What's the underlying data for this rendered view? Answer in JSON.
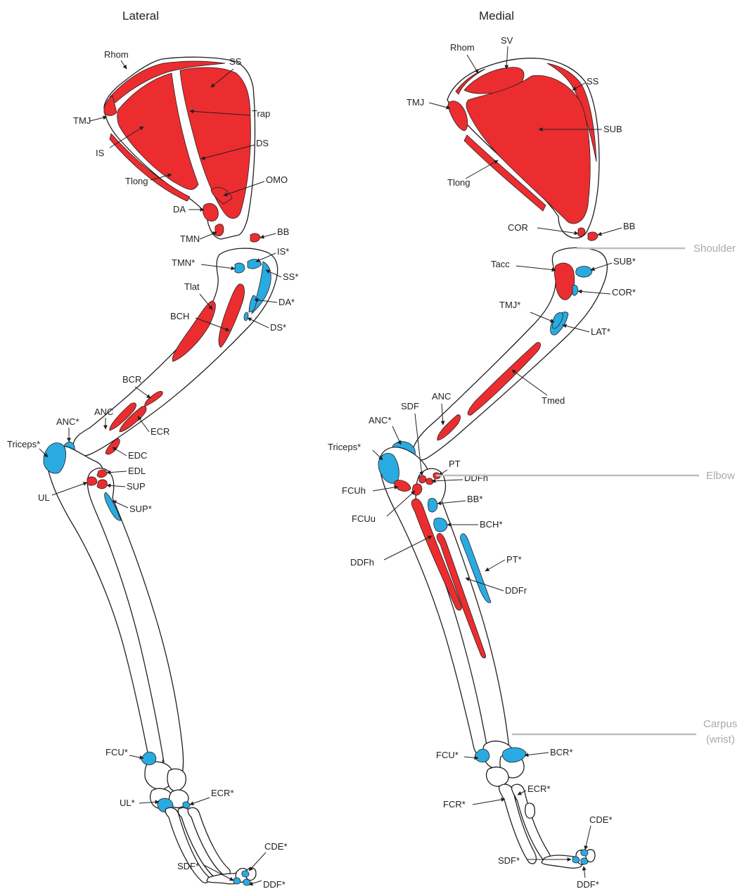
{
  "colors": {
    "origin": "#ec2d30",
    "insertion": "#29abe2",
    "bone_outline": "#231f20",
    "region_text": "#a7a9ac"
  },
  "views": {
    "lateral": {
      "title": "Lateral",
      "labels": [
        "Rhom",
        "SS",
        "TMJ",
        "Trap",
        "IS",
        "DS",
        "Tlong",
        "OMO",
        "DA",
        "TMN",
        "BB",
        "IS*",
        "TMN*",
        "SS*",
        "Tlat",
        "DA*",
        "BCH",
        "DS*",
        "BCR",
        "ANC",
        "ECR",
        "ANC*",
        "Triceps*",
        "EDC",
        "EDL",
        "UL",
        "SUP",
        "SUP*",
        "FCU*",
        "UL*",
        "ECR*",
        "CDE*",
        "SDF*",
        "DDF*"
      ]
    },
    "medial": {
      "title": "Medial",
      "labels": [
        "SV",
        "Rhom",
        "SS",
        "TMJ",
        "SUB",
        "Tlong",
        "COR",
        "BB",
        "SUB*",
        "Tacc",
        "COR*",
        "TMJ*",
        "LAT*",
        "Tmed",
        "ANC",
        "SDF",
        "ANC*",
        "Triceps*",
        "PT",
        "DDFh",
        "FCUh",
        "BB*",
        "FCUu",
        "BCH*",
        "DDFh",
        "PT*",
        "DDFr",
        "FCU*",
        "BCR*",
        "ECR*",
        "FCR*",
        "CDE*",
        "SDF*",
        "DDF*"
      ]
    }
  },
  "regions": [
    "Shoulder",
    "Elbow",
    "Carpus",
    "(wrist)"
  ]
}
